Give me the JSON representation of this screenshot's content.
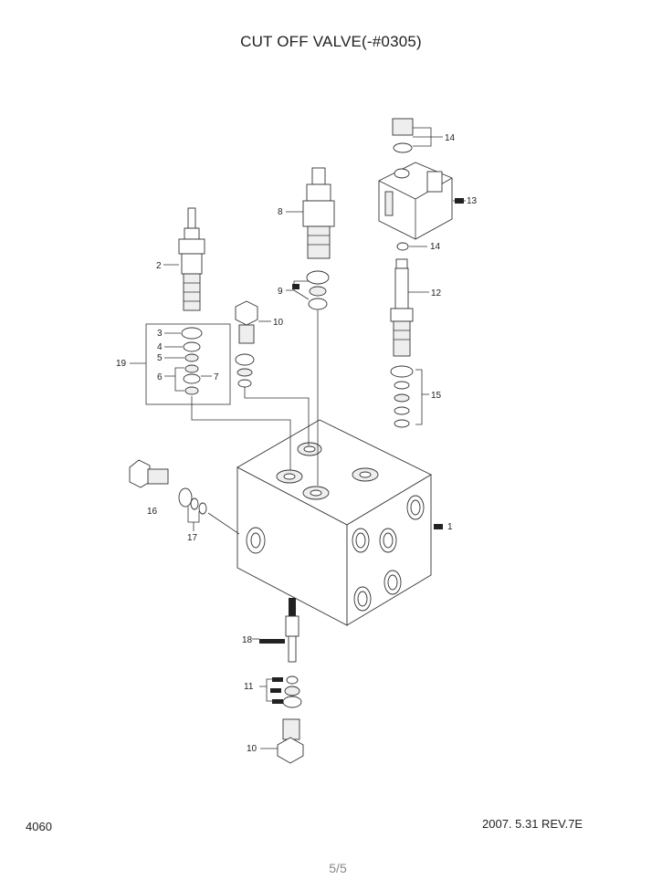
{
  "title": "CUT OFF VALVE(-#0305)",
  "footer": {
    "page_code": "4060",
    "revision": "2007. 5.31  REV.7E",
    "page_number": "5/5"
  },
  "callouts": {
    "c1": "1",
    "c2": "2",
    "c3": "3",
    "c4": "4",
    "c5": "5",
    "c6": "6",
    "c7": "7",
    "c8": "8",
    "c9": "9",
    "c10a": "10",
    "c10b": "10",
    "c11": "11",
    "c12": "12",
    "c13": "13",
    "c14a": "14",
    "c14b": "14",
    "c15": "15",
    "c16": "16",
    "c17": "17",
    "c18": "18",
    "c19": "19"
  }
}
